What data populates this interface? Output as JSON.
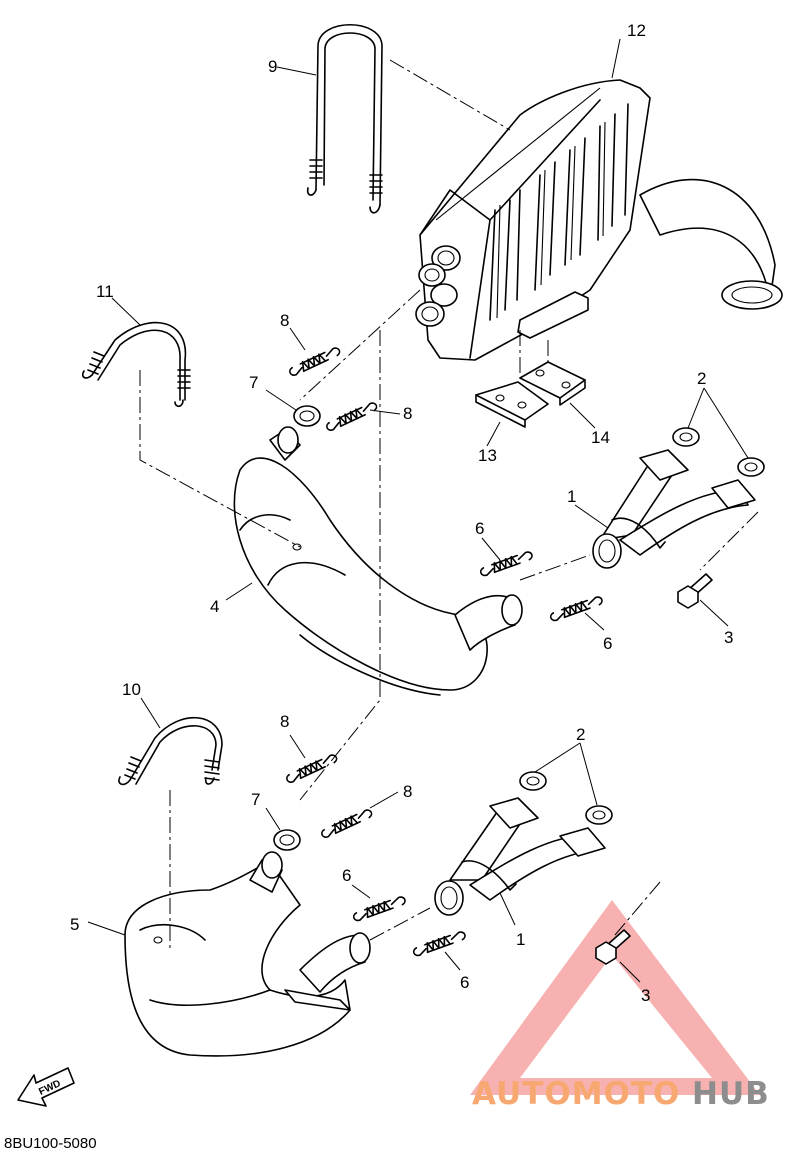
{
  "diagram_code": "8BU100-5080",
  "fwd_label": "FWD",
  "watermark": {
    "brand_a": "AUTOMOTO",
    "brand_b": "HUB",
    "color_a": "#f7a870",
    "color_b": "#8d8d8d",
    "triangle_color": "#f06060"
  },
  "callouts": {
    "c1a": "1",
    "c1b": "1",
    "c2a": "2",
    "c2b": "2",
    "c3a": "3",
    "c3b": "3",
    "c4": "4",
    "c5": "5",
    "c6a": "6",
    "c6b": "6",
    "c6c": "6",
    "c6d": "6",
    "c7a": "7",
    "c7b": "7",
    "c8a": "8",
    "c8b": "8",
    "c8c": "8",
    "c8d": "8",
    "c9": "9",
    "c10": "10",
    "c11": "11",
    "c12": "12",
    "c13": "13",
    "c14": "14"
  }
}
